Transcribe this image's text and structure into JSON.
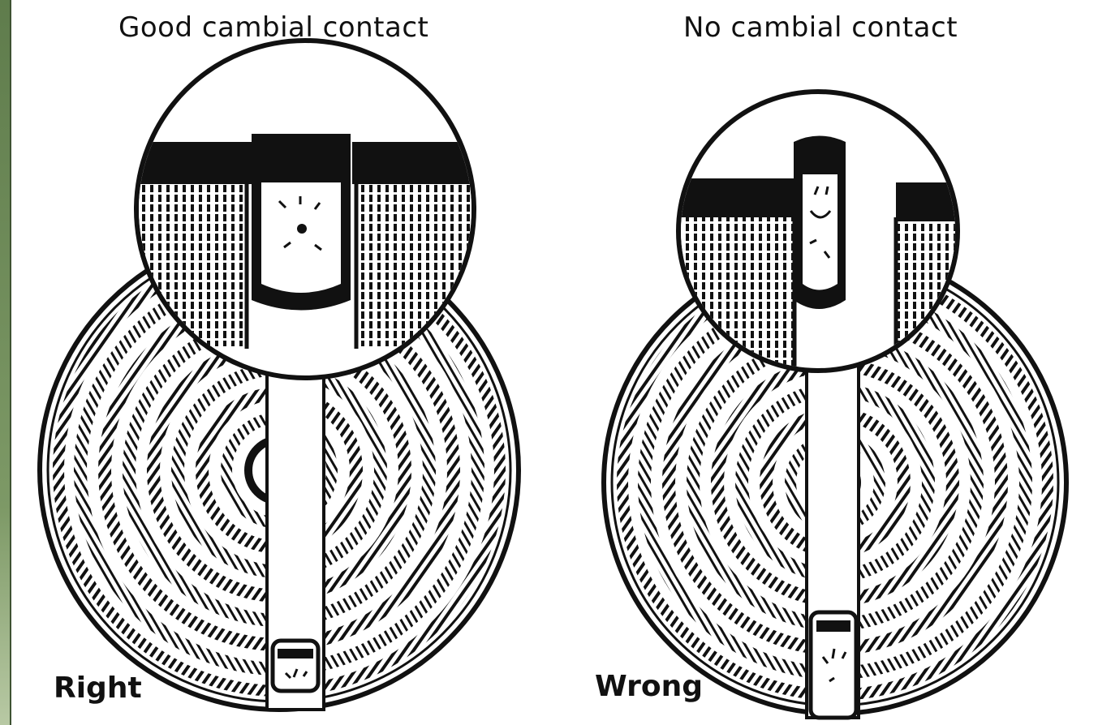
{
  "left_panel": {
    "caption": "Good cambial contact",
    "tag": "Right"
  },
  "right_panel": {
    "caption": "No cambial contact",
    "tag": "Wrong"
  },
  "colors": {
    "ink": "#111111",
    "paper": "#ffffff",
    "slide_background": "#6e8a5a"
  }
}
